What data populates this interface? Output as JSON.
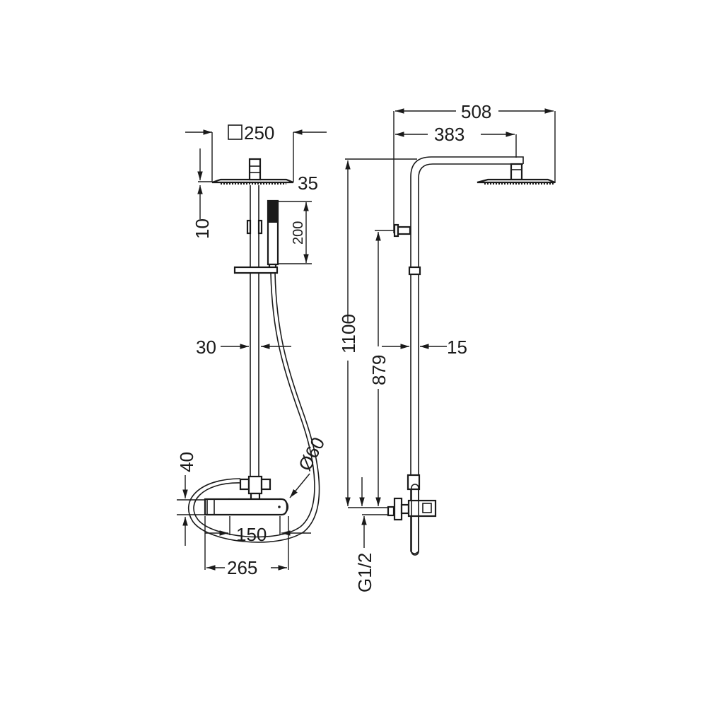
{
  "title": "Shower system dimension drawing",
  "colors": {
    "line": "#1a1a1a",
    "background": "#ffffff"
  },
  "front_view": {
    "head_size_symbol": "square-icon",
    "head_size": "250",
    "head_thickness": "35",
    "head_offset": "10",
    "hand_shower_length": "200",
    "riser_spacing": "30",
    "mixer_height": "40",
    "hose_loop": "Ø60",
    "inlet_spacing": "150",
    "mixer_width": "265"
  },
  "side_view": {
    "arm_total": "508",
    "arm_to_head": "383",
    "total_height": "1100",
    "bracket_height": "879",
    "wall_gap": "15",
    "inlet_thread": "G1/2"
  }
}
